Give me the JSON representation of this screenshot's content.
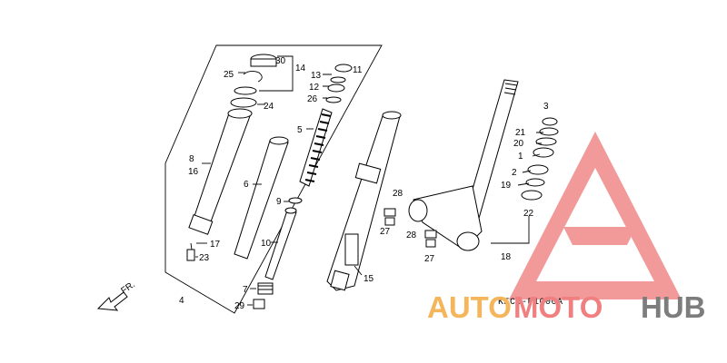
{
  "diagram": {
    "code": "KEC3-F1000A",
    "direction_label": "FR.",
    "part_labels": {
      "p30": "30",
      "p14": "14",
      "p25": "25",
      "p24": "24",
      "p8": "8",
      "p16": "16",
      "p6": "6",
      "p9": "9",
      "p10": "10",
      "p17": "17",
      "p23": "23",
      "p7": "7",
      "p29": "29",
      "p4": "4",
      "p13": "13",
      "p11": "11",
      "p12": "12",
      "p26": "26",
      "p5": "5",
      "p15": "15",
      "p28a": "28",
      "p27a": "27",
      "p28b": "28",
      "p27b": "27",
      "p3": "3",
      "p21": "21",
      "p20": "20",
      "p1": "1",
      "p2": "2",
      "p19": "19",
      "p22": "22",
      "p18": "18"
    }
  },
  "watermark": {
    "word_1": "AUTO",
    "word_2": "MOTO",
    "word_3": "HUB",
    "colors": {
      "orange": "#f5b55a",
      "red": "#f08080",
      "gray": "#7d7d7d"
    }
  }
}
